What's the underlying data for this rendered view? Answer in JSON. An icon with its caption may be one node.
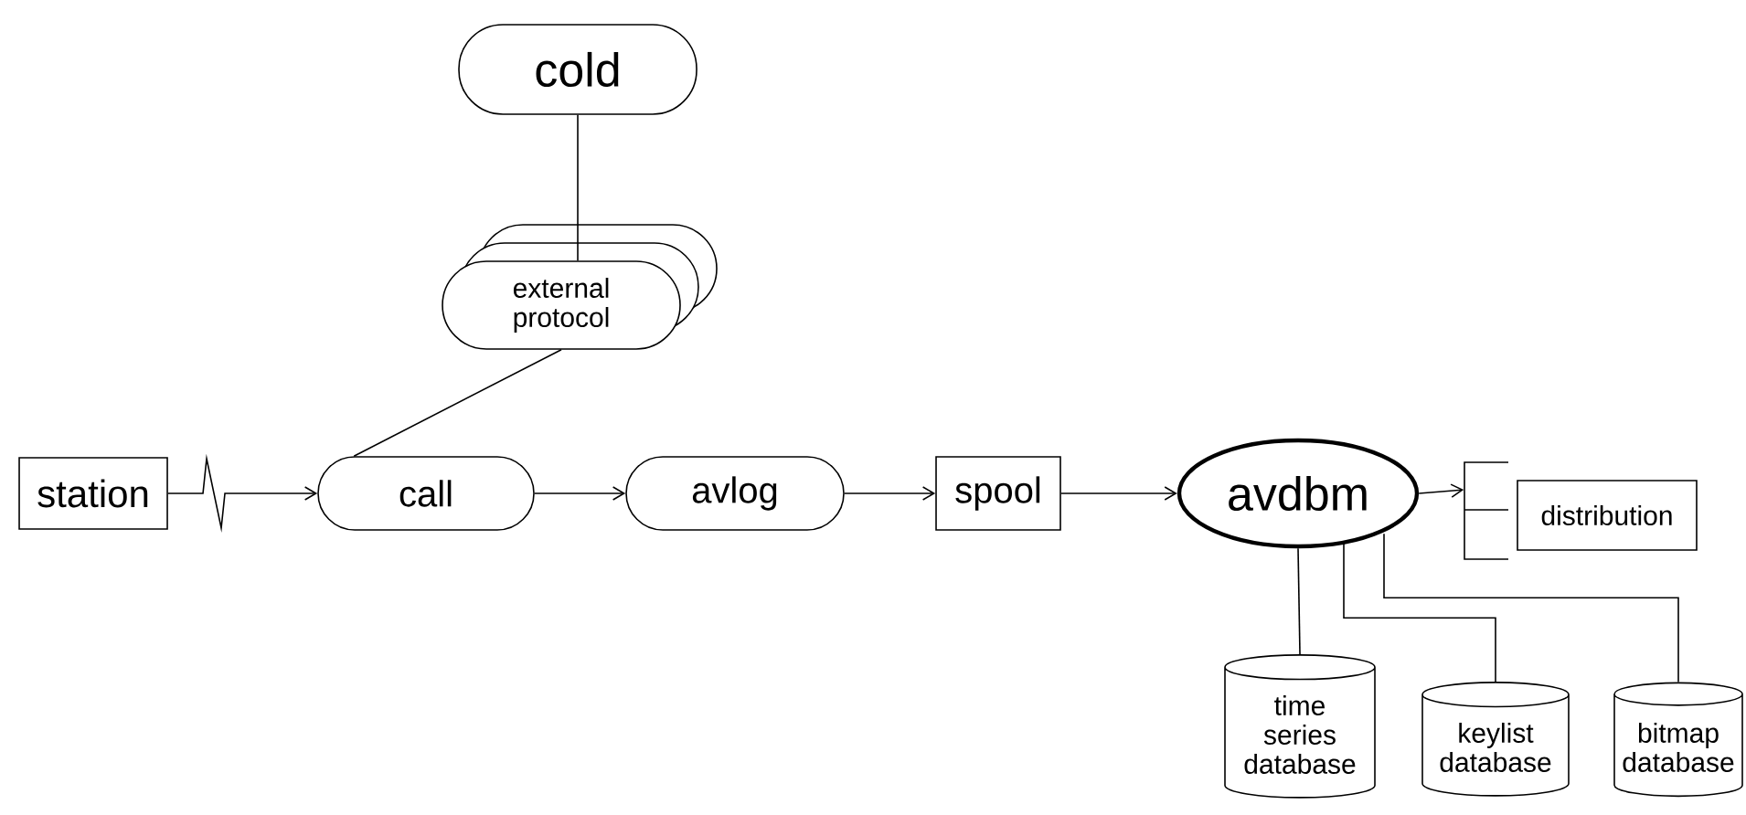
{
  "diagram": {
    "nodes": [
      {
        "text": [
          "cold"
        ]
      },
      {
        "text": [
          "external protocol"
        ]
      },
      {
        "text": [
          "station"
        ]
      },
      {
        "text": [
          "call"
        ]
      },
      {
        "text": [
          "avlog"
        ]
      },
      {
        "text": [
          "spool"
        ]
      },
      {
        "text": [
          "avdbm"
        ]
      },
      {
        "text": [
          "distribution"
        ]
      },
      {
        "text": [
          "time series database"
        ]
      },
      {
        "text": [
          "keylist database"
        ]
      },
      {
        "text": [
          "bitmap database"
        ]
      }
    ],
    "edges": [
      {
        "from": 0,
        "to": 1,
        "arrow": "none"
      },
      {
        "from": 1,
        "to": 3,
        "arrow": "none"
      },
      {
        "from": 2,
        "to": 3,
        "arrow": "to"
      },
      {
        "from": 3,
        "to": 4,
        "arrow": "to"
      },
      {
        "from": 4,
        "to": 5,
        "arrow": "to"
      },
      {
        "from": 5,
        "to": 6,
        "arrow": "to"
      },
      {
        "from": 6,
        "to": 7,
        "arrow": "to"
      },
      {
        "from": 6,
        "to": 8,
        "arrow": "none"
      },
      {
        "from": 6,
        "to": 9,
        "arrow": "none"
      },
      {
        "from": 6,
        "to": 10,
        "arrow": "none"
      }
    ]
  }
}
